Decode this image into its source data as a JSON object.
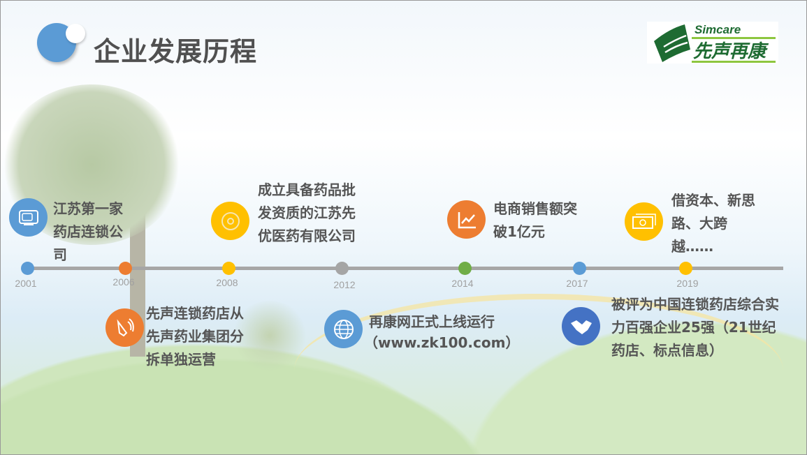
{
  "title": "企业发展历程",
  "logo": {
    "en": "Simcare",
    "cn": "先声再康"
  },
  "colors": {
    "blue": "#5b9bd5",
    "orange": "#ed7d31",
    "yellow": "#ffc000",
    "gray": "#a5a5a5",
    "green": "#70ad47",
    "navy": "#4472c4"
  },
  "timeline": [
    {
      "year": "2001",
      "text": "江苏第一家药店连锁公司",
      "icon": "tv-icon"
    },
    {
      "year": "2006",
      "text": "先声连锁药店从先声药业集团分拆单独运营",
      "icon": "speaker-icon"
    },
    {
      "year": "2008",
      "text": "成立具备药品批发资质的江苏先优医药有限公司",
      "icon": "disc-icon"
    },
    {
      "year": "2012",
      "text": "再康网正式上线运行",
      "text2": "（www.zk100.com）",
      "icon": "globe-icon"
    },
    {
      "year": "2014",
      "text": "电商销售额突破1亿元",
      "icon": "chart-up-icon"
    },
    {
      "year": "2017",
      "text": "被评为中国连锁药店综合实力百强企业25强（21世纪药店、标点信息）",
      "icon": "handshake-icon"
    },
    {
      "year": "2019",
      "text": "借资本、新思路、大跨越……",
      "icon": "money-icon"
    }
  ]
}
